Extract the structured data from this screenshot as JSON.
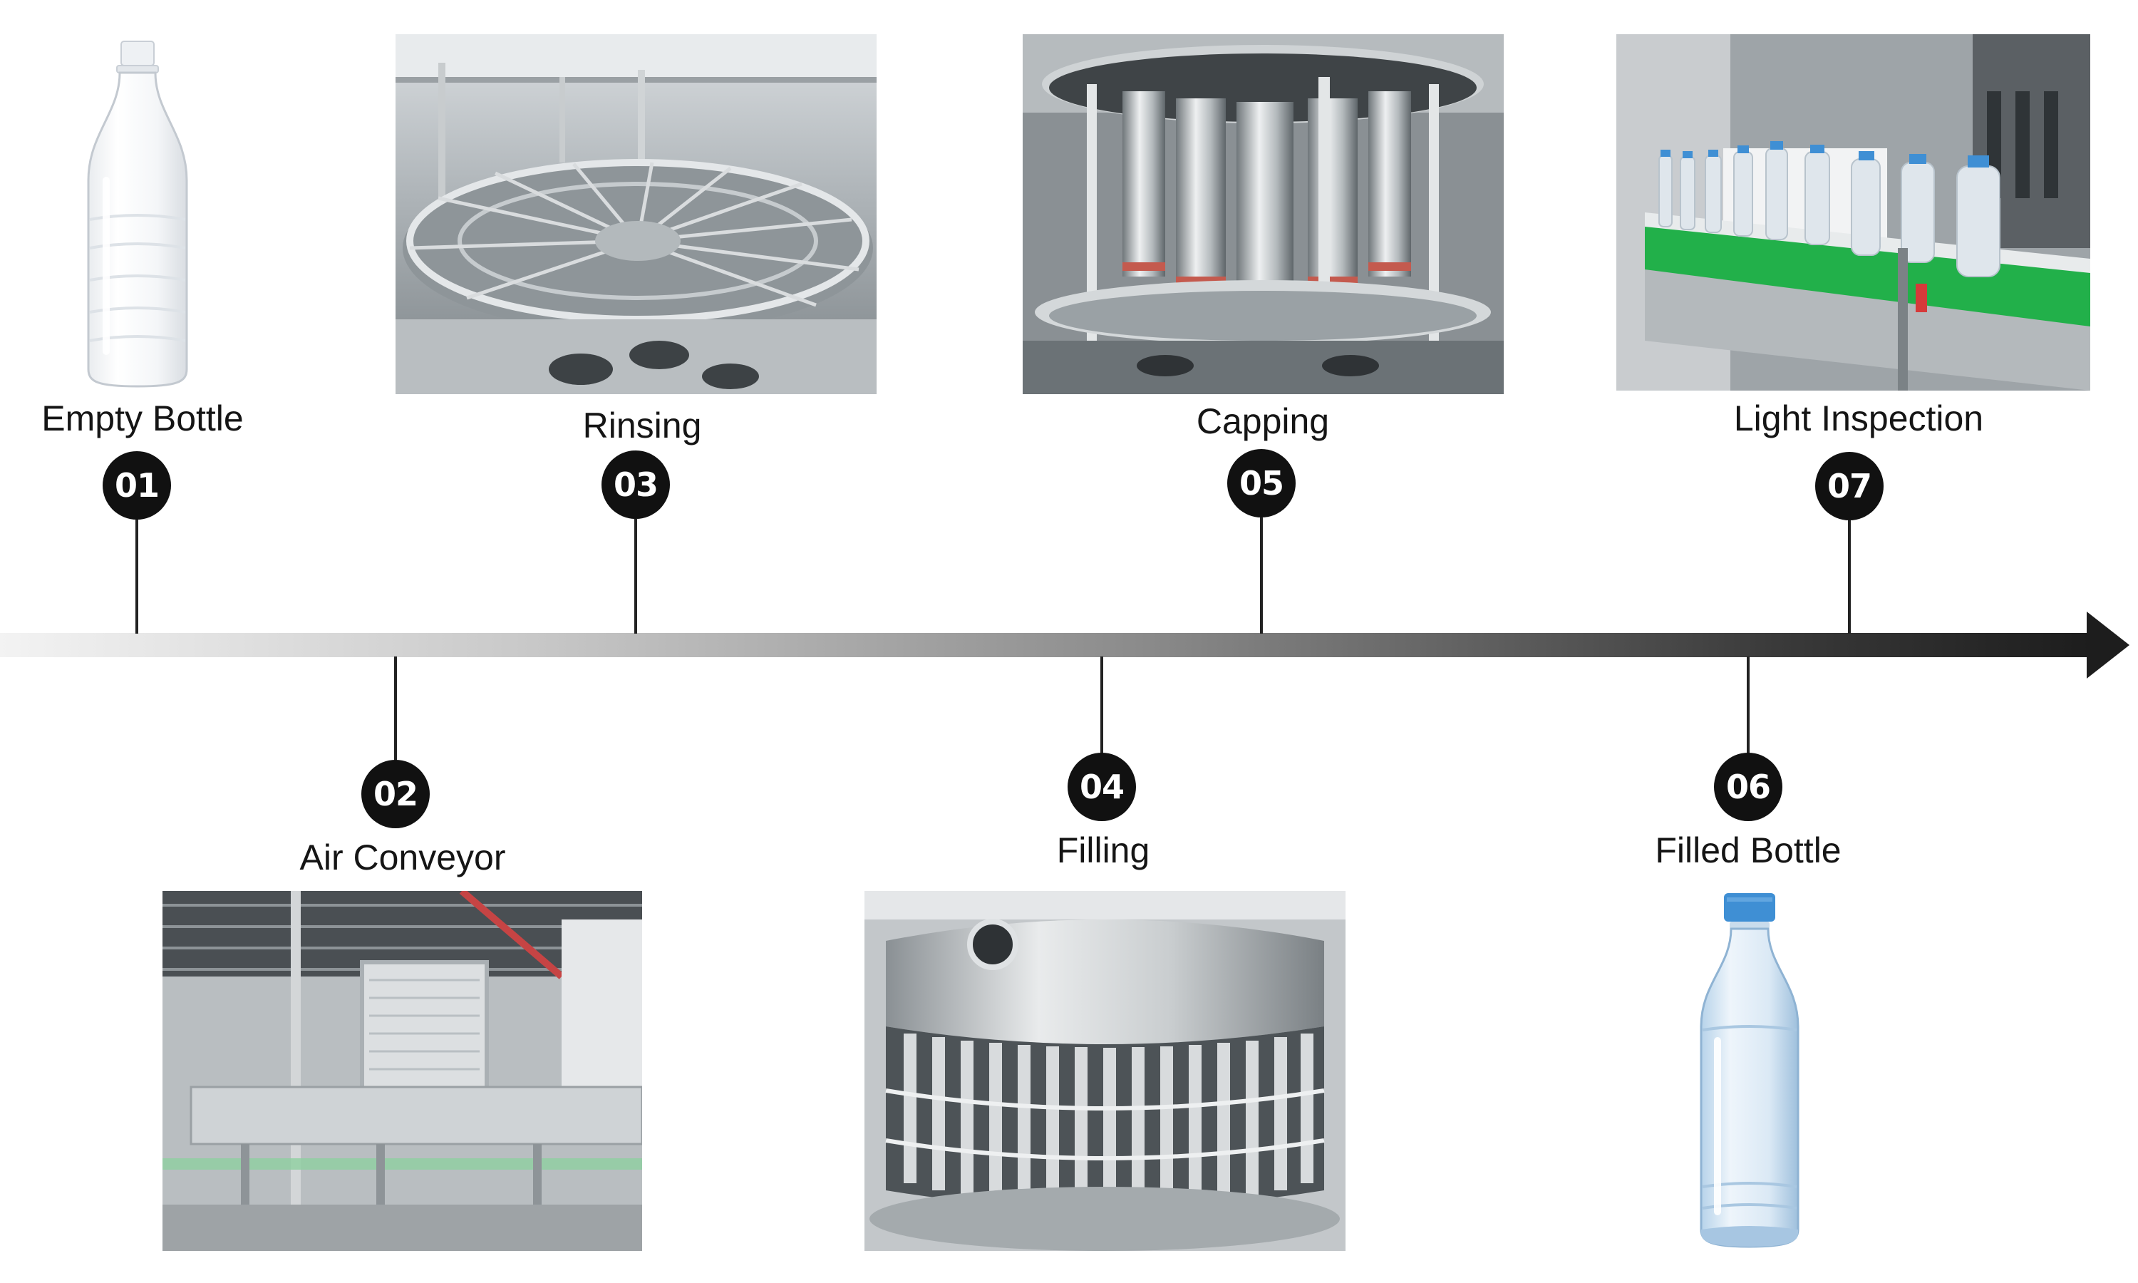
{
  "steps": [
    {
      "number": "01",
      "label": "Empty Bottle"
    },
    {
      "number": "02",
      "label": "Air Conveyor"
    },
    {
      "number": "03",
      "label": "Rinsing"
    },
    {
      "number": "04",
      "label": "Filling"
    },
    {
      "number": "05",
      "label": "Capping"
    },
    {
      "number": "06",
      "label": "Filled Bottle"
    },
    {
      "number": "07",
      "label": "Light Inspection"
    }
  ],
  "colors": {
    "badge": "#111111",
    "timeline_start": "#f3f3f3",
    "timeline_end": "#1d1d1d",
    "conveyor_green": "#22b04a",
    "cap_blue": "#3f8fd4"
  },
  "icons": [
    "empty-bottle-icon",
    "filled-bottle-icon"
  ]
}
